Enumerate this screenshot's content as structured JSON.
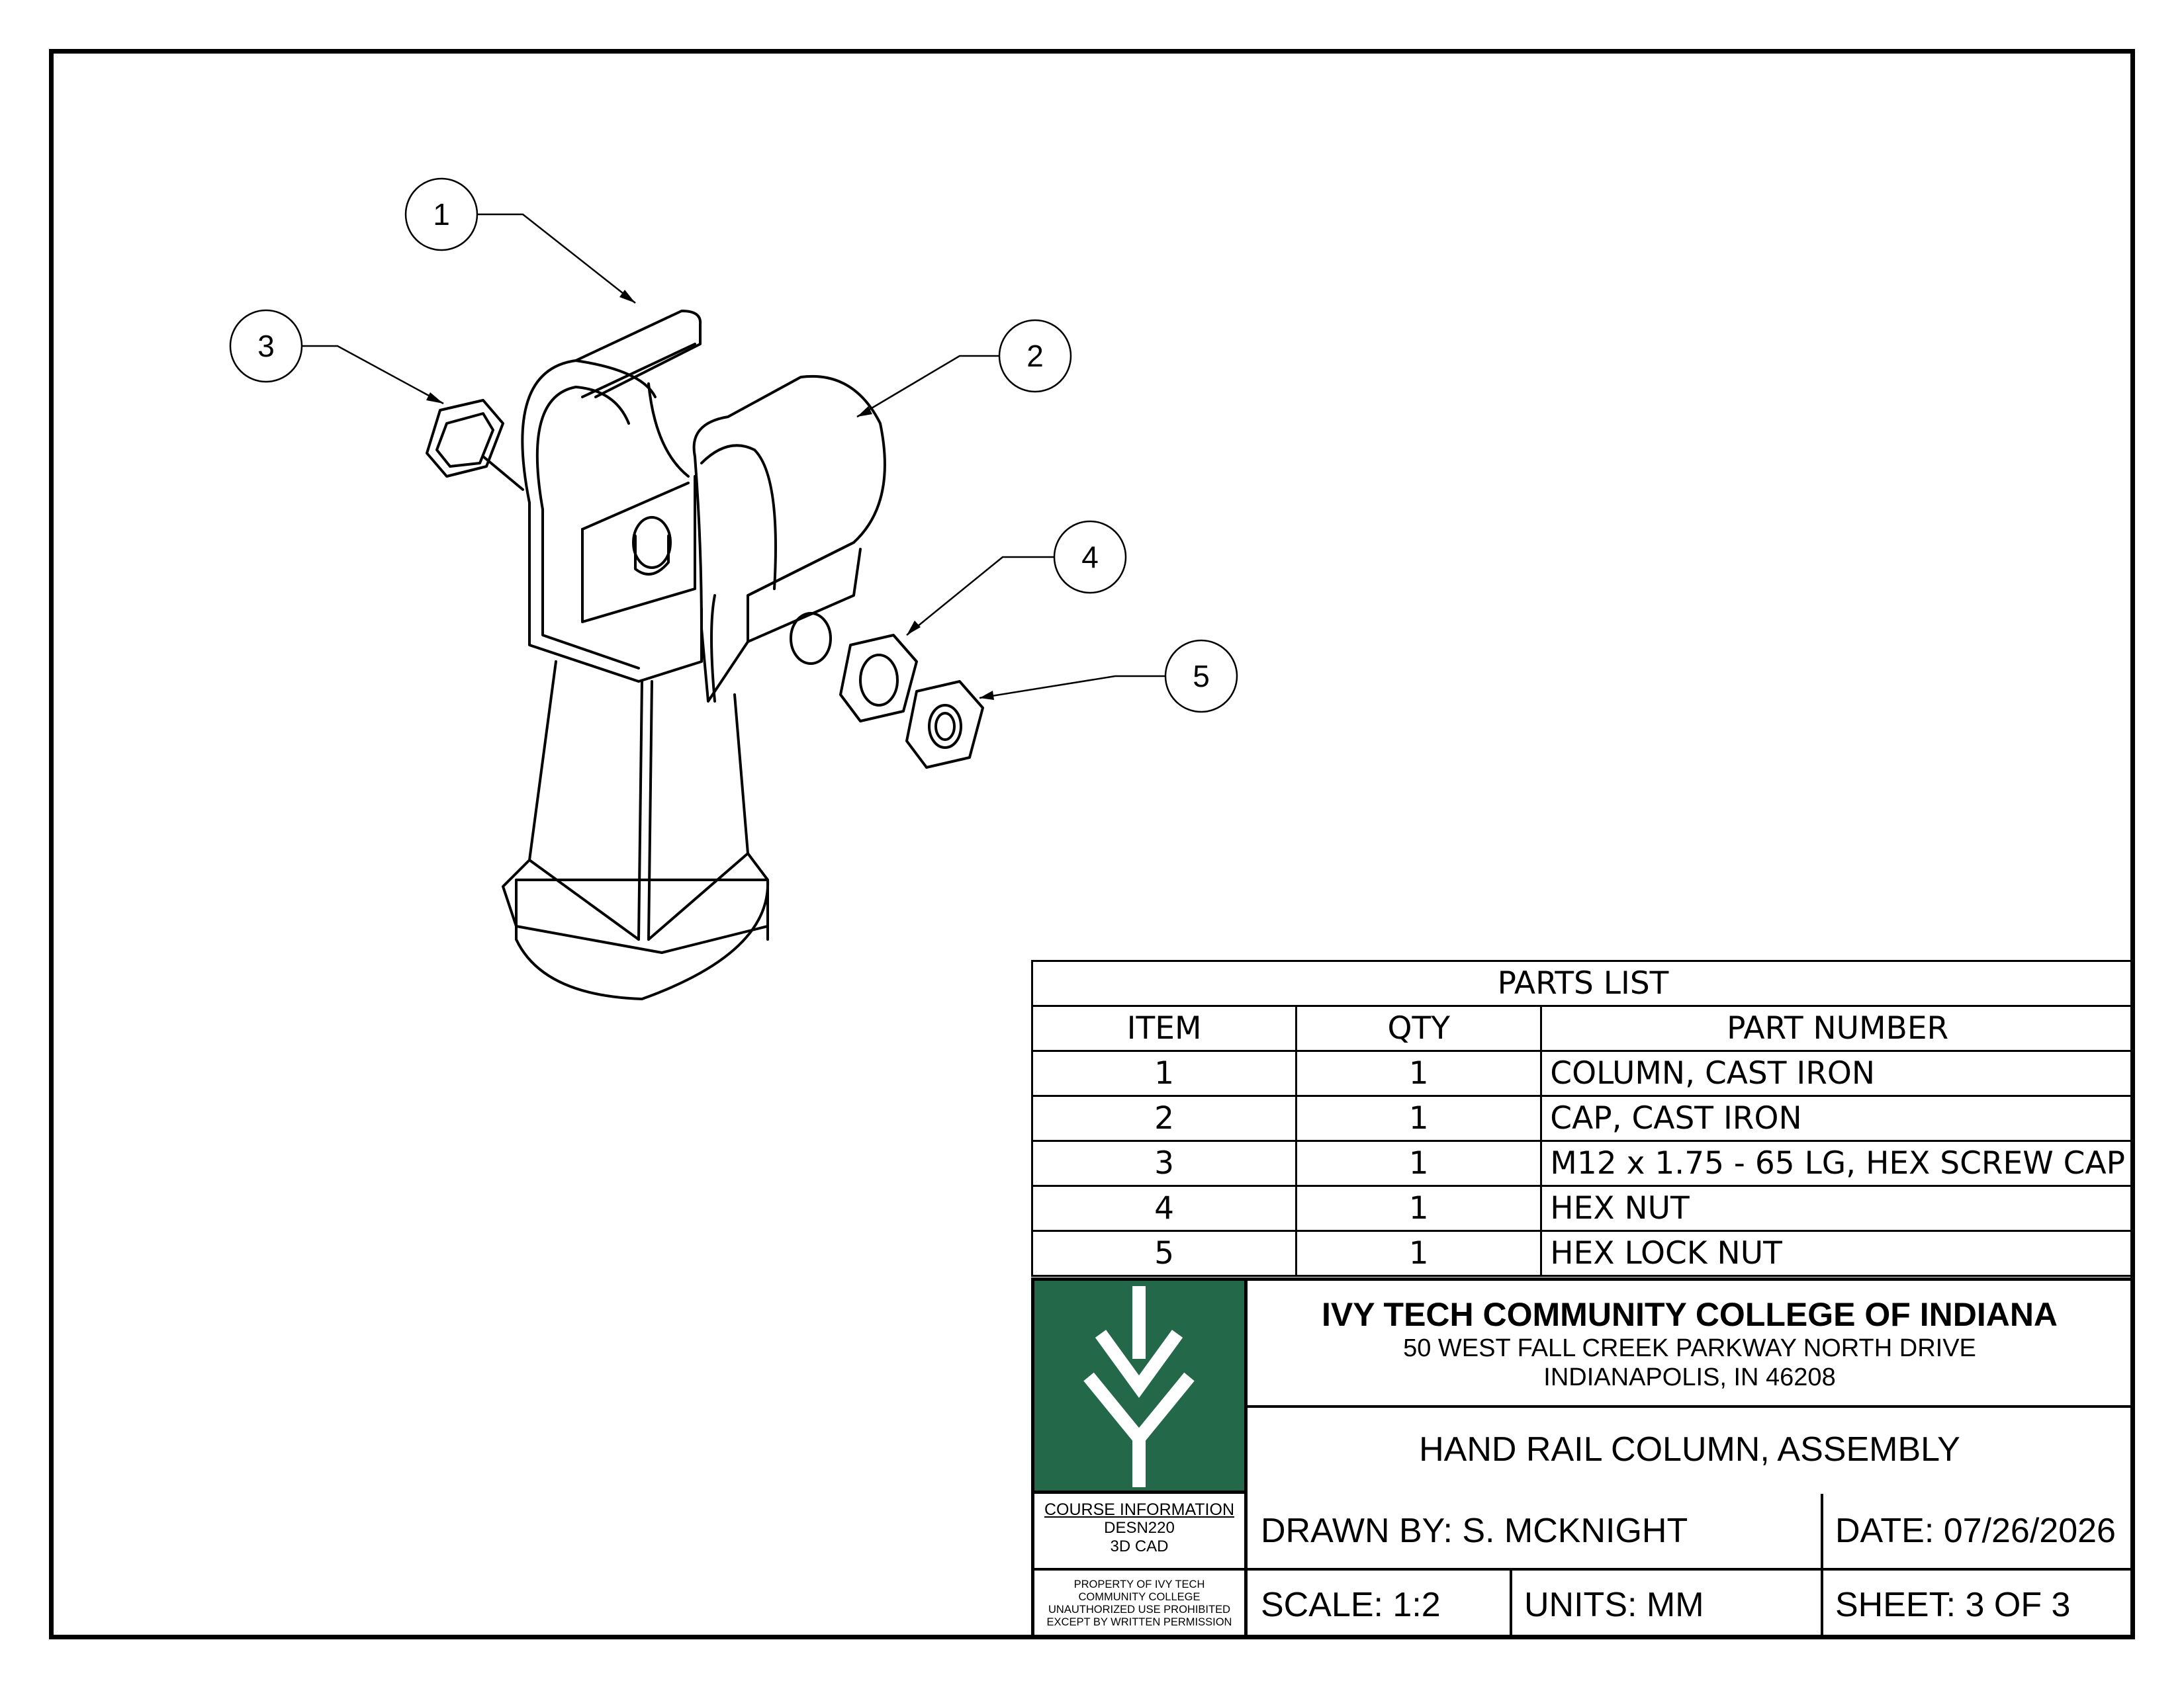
{
  "balloons": [
    "1",
    "2",
    "3",
    "4",
    "5"
  ],
  "parts_list": {
    "title": "PARTS LIST",
    "headers": [
      "ITEM",
      "QTY",
      "PART NUMBER"
    ],
    "rows": [
      {
        "item": "1",
        "qty": "1",
        "part": "COLUMN, CAST IRON"
      },
      {
        "item": "2",
        "qty": "1",
        "part": "CAP, CAST IRON"
      },
      {
        "item": "3",
        "qty": "1",
        "part": "M12 x 1.75 - 65 LG, HEX SCREW CAP"
      },
      {
        "item": "4",
        "qty": "1",
        "part": "HEX NUT"
      },
      {
        "item": "5",
        "qty": "1",
        "part": "HEX LOCK NUT"
      }
    ]
  },
  "title_block": {
    "school_name": "IVY TECH COMMUNITY COLLEGE OF INDIANA",
    "address_line1": "50 WEST FALL CREEK PARKWAY  NORTH DRIVE",
    "address_line2": "INDIANAPOLIS, IN 46208",
    "drawing_title": "HAND RAIL COLUMN, ASSEMBLY",
    "course_heading": "COURSE INFORMATION",
    "course_code": "DESN220",
    "course_name": "3D CAD",
    "property_notice": [
      "PROPERTY OF IVY TECH",
      "COMMUNITY COLLEGE",
      "UNAUTHORIZED USE PROHIBITED",
      "EXCEPT BY WRITTEN PERMISSION"
    ],
    "drawn_by": "DRAWN BY: S. MCKNIGHT",
    "date": "DATE: 07/26/2026",
    "scale": "SCALE: 1:2",
    "units": "UNITS: MM",
    "sheet": "SHEET:  3  OF  3"
  },
  "colors": {
    "logo_green": "#24684a"
  }
}
